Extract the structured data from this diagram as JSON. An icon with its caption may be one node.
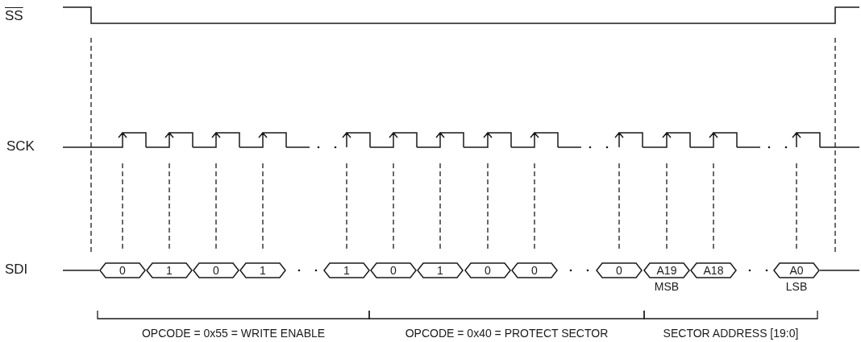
{
  "diagram": {
    "nodes": [
      {
        "text": [
          "0"
        ]
      },
      {
        "text": [
          "1"
        ]
      },
      {
        "text": [
          "0"
        ]
      },
      {
        "text": [
          "1"
        ]
      },
      {
        "text": [
          "1"
        ]
      },
      {
        "text": [
          "0"
        ]
      },
      {
        "text": [
          "1"
        ]
      },
      {
        "text": [
          "0"
        ]
      },
      {
        "text": [
          "0"
        ]
      },
      {
        "text": [
          "0"
        ]
      },
      {
        "text": [
          "A19"
        ],
        "beside": [
          "MSB"
        ]
      },
      {
        "text": [
          "A18"
        ]
      },
      {
        "text": [
          "A0"
        ],
        "beside": [
          "LSB"
        ]
      }
    ],
    "labels": [
      "SS",
      "SCK",
      "SDI",
      "OPCODE = 0x55 = WRITE ENABLE",
      "OPCODE = 0x40 = PROTECT SECTOR",
      "SECTOR ADDRESS [19:0]"
    ]
  }
}
